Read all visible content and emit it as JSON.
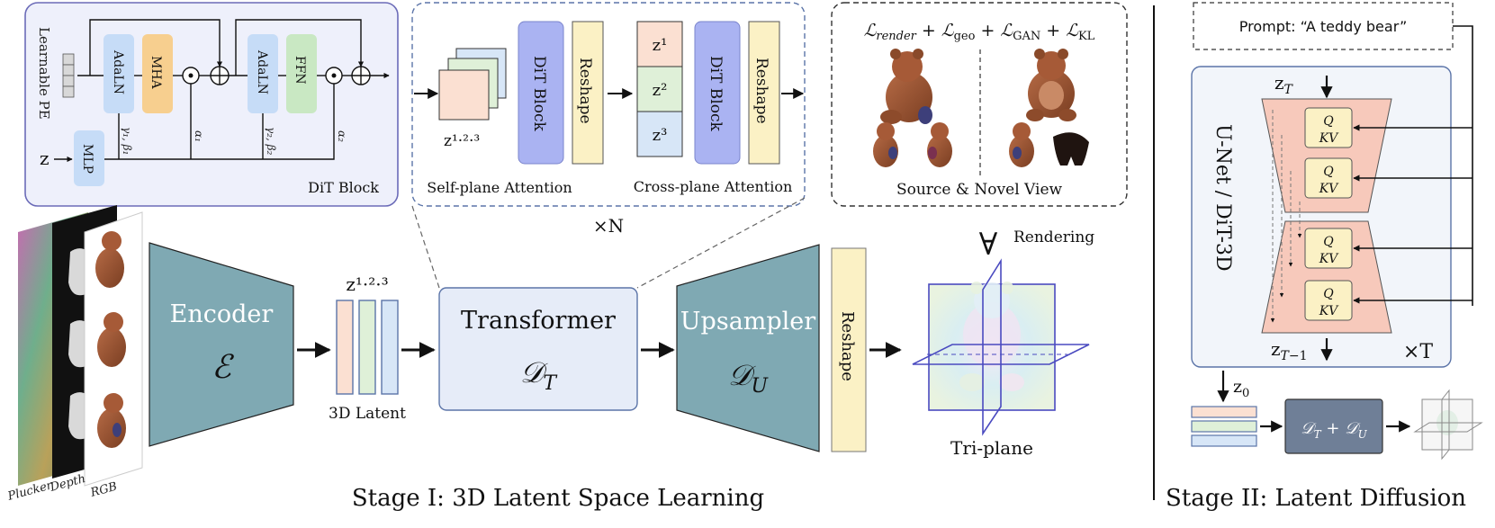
{
  "dit_block": {
    "title": "DiT Block",
    "learnable_pe": "Learnable PE",
    "z_input": "z",
    "mlp": "MLP",
    "adaln1": "AdaLN",
    "mha": "MHA",
    "adaln2": "AdaLN",
    "ffn": "FFN",
    "gamma_beta_1": "γ₁, β₁",
    "alpha_1": "α₁",
    "gamma_beta_2": "γ₂, β₂",
    "alpha_2": "α₂",
    "dot_op": "⊙",
    "plus_op": "⊕"
  },
  "attention": {
    "input_label": "z¹·²·³",
    "dit_block_a": "DiT Block",
    "reshape_a": "Reshape",
    "z1": "z¹",
    "z2": "z²",
    "z3": "z³",
    "dit_block_b": "DiT Block",
    "reshape_b": "Reshape",
    "self_plane": "Self-plane Attention",
    "cross_plane": "Cross-plane Attention",
    "repeat": "×N"
  },
  "loss_panel": {
    "loss": "ℒrender + ℒgeo + ℒGAN + ℒKL",
    "caption": "Source & Novel View"
  },
  "stage1": {
    "input_labels": [
      "Plucker",
      "Depth",
      "RGB"
    ],
    "encoder": "Encoder",
    "encoder_symbol": "ℰ",
    "latent_top": "z¹·²·³",
    "latent_bottom": "3D Latent",
    "transformer": "Transformer",
    "transformer_symbol": "𝒟T",
    "upsampler": "Upsampler",
    "upsampler_symbol": "𝒟U",
    "reshape": "Reshape",
    "rendering": "Rendering",
    "rendering_symbol": "∀",
    "triplane": "Tri-plane",
    "caption": "Stage I: 3D Latent Space Learning"
  },
  "stage2": {
    "prompt": "Prompt: “A teddy bear”",
    "z_t": "zT",
    "z_t_minus_1": "zT−1",
    "net_label": "U-Net / DiT-3D",
    "attention_q": "Q",
    "attention_kv": "KV",
    "repeat": "×T",
    "z0": "z₀",
    "decoder": "𝒟T + 𝒟U",
    "caption": "Stage II: Latent Diffusion"
  },
  "colors": {
    "panel_border": "#6b6bb8",
    "panel_fill": "#eef0fb",
    "adaln": "#c6dcf7",
    "mha": "#f7cf8f",
    "ffn": "#c9e8c3",
    "dit": "#aab3f2",
    "reshape": "#fbf1c5",
    "encoder": "#7fa9b3",
    "transformer_fill": "#e6ecf8",
    "unet": "#f7c9bb",
    "qkv": "#fbf1c5",
    "decoder": "#6f7f97",
    "plane_line": "#4a4ac0"
  }
}
